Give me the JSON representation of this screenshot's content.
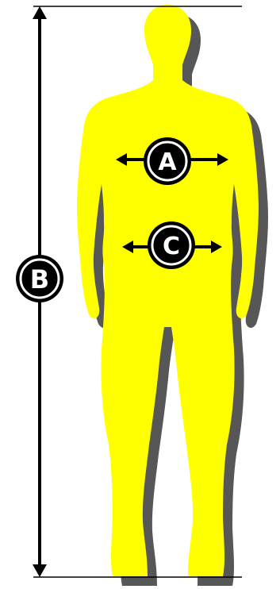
{
  "diagram": {
    "labels": {
      "chest": "A",
      "height": "B",
      "waist": "C"
    },
    "colors": {
      "figure": "#ffff00",
      "shadow": "#575757",
      "line": "#000000",
      "badge_text": "#ffffff",
      "background": "#ffffff"
    },
    "icons": {
      "figure": "human-silhouette-icon",
      "arrows": "double-arrow-icon"
    }
  }
}
